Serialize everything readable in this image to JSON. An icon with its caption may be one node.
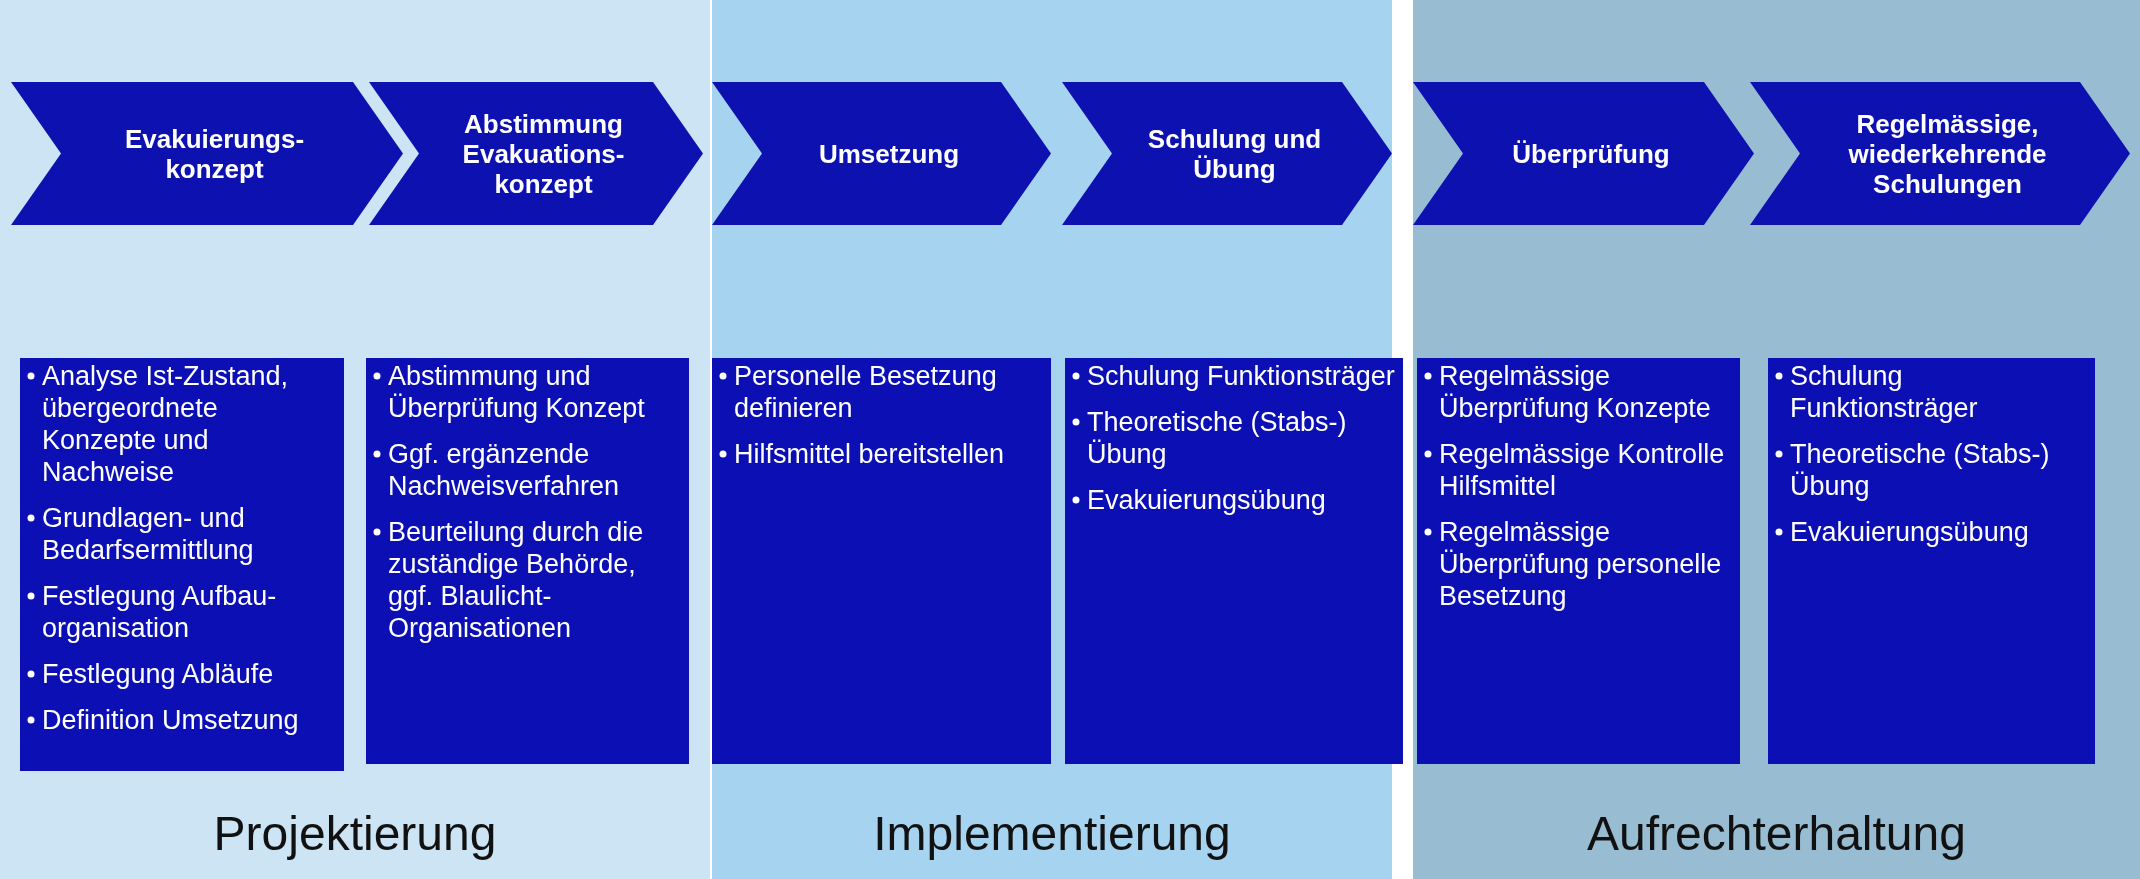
{
  "diagram": {
    "nodes": [
      {
        "text": [
          "Projektierung"
        ]
      },
      {
        "text": [
          "Evakuierungs- konzept"
        ],
        "in": 0
      },
      {
        "text": [
          "Abstimmung Evakuations- konzept"
        ],
        "in": 0
      },
      {
        "text": [
          "Analyse Ist-Zustand, übergeordnete Konzepte und Nachweise",
          "Grundlagen- und Bedarfsermittlung",
          "Festlegung Aufbau- organisation",
          "Festlegung Abläufe",
          "Definition Umsetzung"
        ],
        "in": 0
      },
      {
        "text": [
          "Abstimmung und Überprüfung Konzept",
          "Ggf. ergänzende Nachweisverfahren",
          "Beurteilung durch die zuständige Behörde, ggf. Blaulicht- Organisationen"
        ],
        "in": 0
      },
      {
        "text": [
          "Implementierung"
        ]
      },
      {
        "text": [
          "Umsetzung"
        ],
        "in": 5
      },
      {
        "text": [
          "Schulung und Übung"
        ],
        "in": 5
      },
      {
        "text": [
          "Personelle Besetzung definieren",
          "Hilfsmittel bereitstellen"
        ],
        "in": 5
      },
      {
        "text": [
          "Schulung Funktionsträger",
          "Theoretische (Stabs-) Übung",
          "Evakuierungsübung"
        ],
        "in": 5
      },
      {
        "text": [
          "Aufrechterhaltung"
        ]
      },
      {
        "text": [
          "Überprüfung"
        ],
        "in": 10
      },
      {
        "text": [
          "Regelmässige, wiederkehrende Schulungen"
        ],
        "in": 10
      },
      {
        "text": [
          "Regelmässige Überprüfung Konzepte",
          "Regelmässige Kontrolle Hilfsmittel",
          "Regelmässige Überprüfung personelle Besetzung"
        ],
        "in": 10
      },
      {
        "text": [
          "Schulung Funktionsträger",
          "Theoretische (Stabs-) Übung",
          "Evakuierungsübung"
        ],
        "in": 10
      }
    ]
  }
}
